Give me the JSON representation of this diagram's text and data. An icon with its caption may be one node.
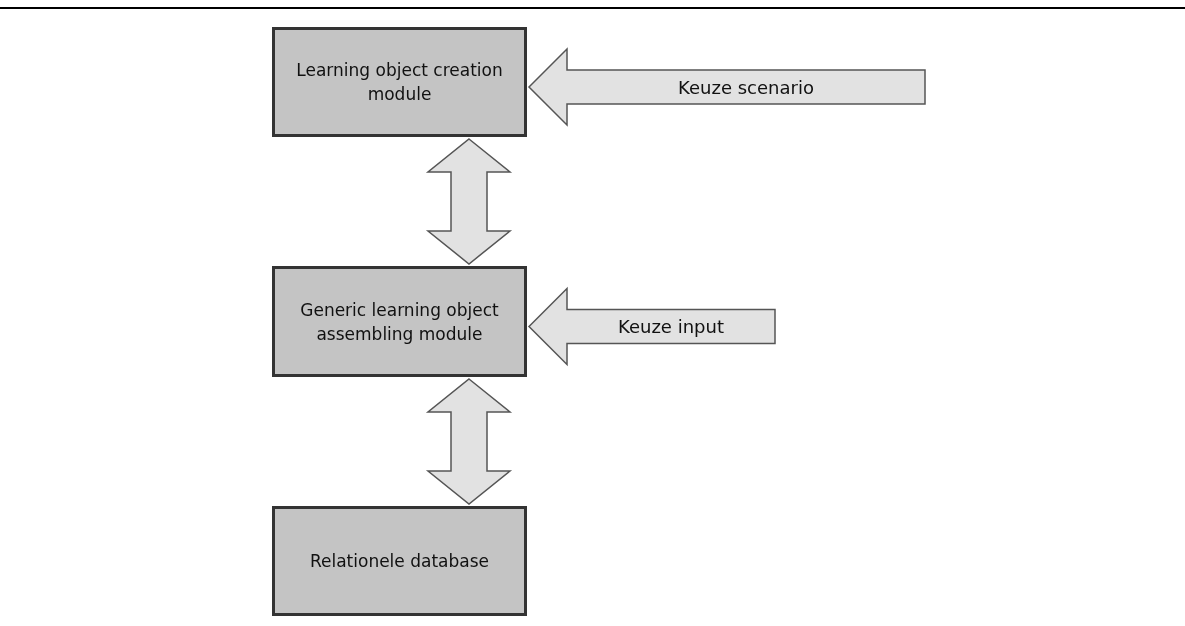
{
  "diagram": {
    "nodes": [
      {
        "text": [
          "Learning object creation module"
        ]
      },
      {
        "text": [
          "Generic learning object assembling module"
        ]
      },
      {
        "text": [
          "Relationele database"
        ]
      }
    ],
    "edges": [
      {
        "from": 0,
        "to": 1,
        "arrow": "both"
      },
      {
        "from": 1,
        "to": 2,
        "arrow": "both"
      },
      {
        "from": null,
        "to": 0,
        "arrow": "to",
        "label": "Keuze scenario"
      },
      {
        "from": null,
        "to": 1,
        "arrow": "to",
        "label": "Keuze input"
      }
    ]
  }
}
